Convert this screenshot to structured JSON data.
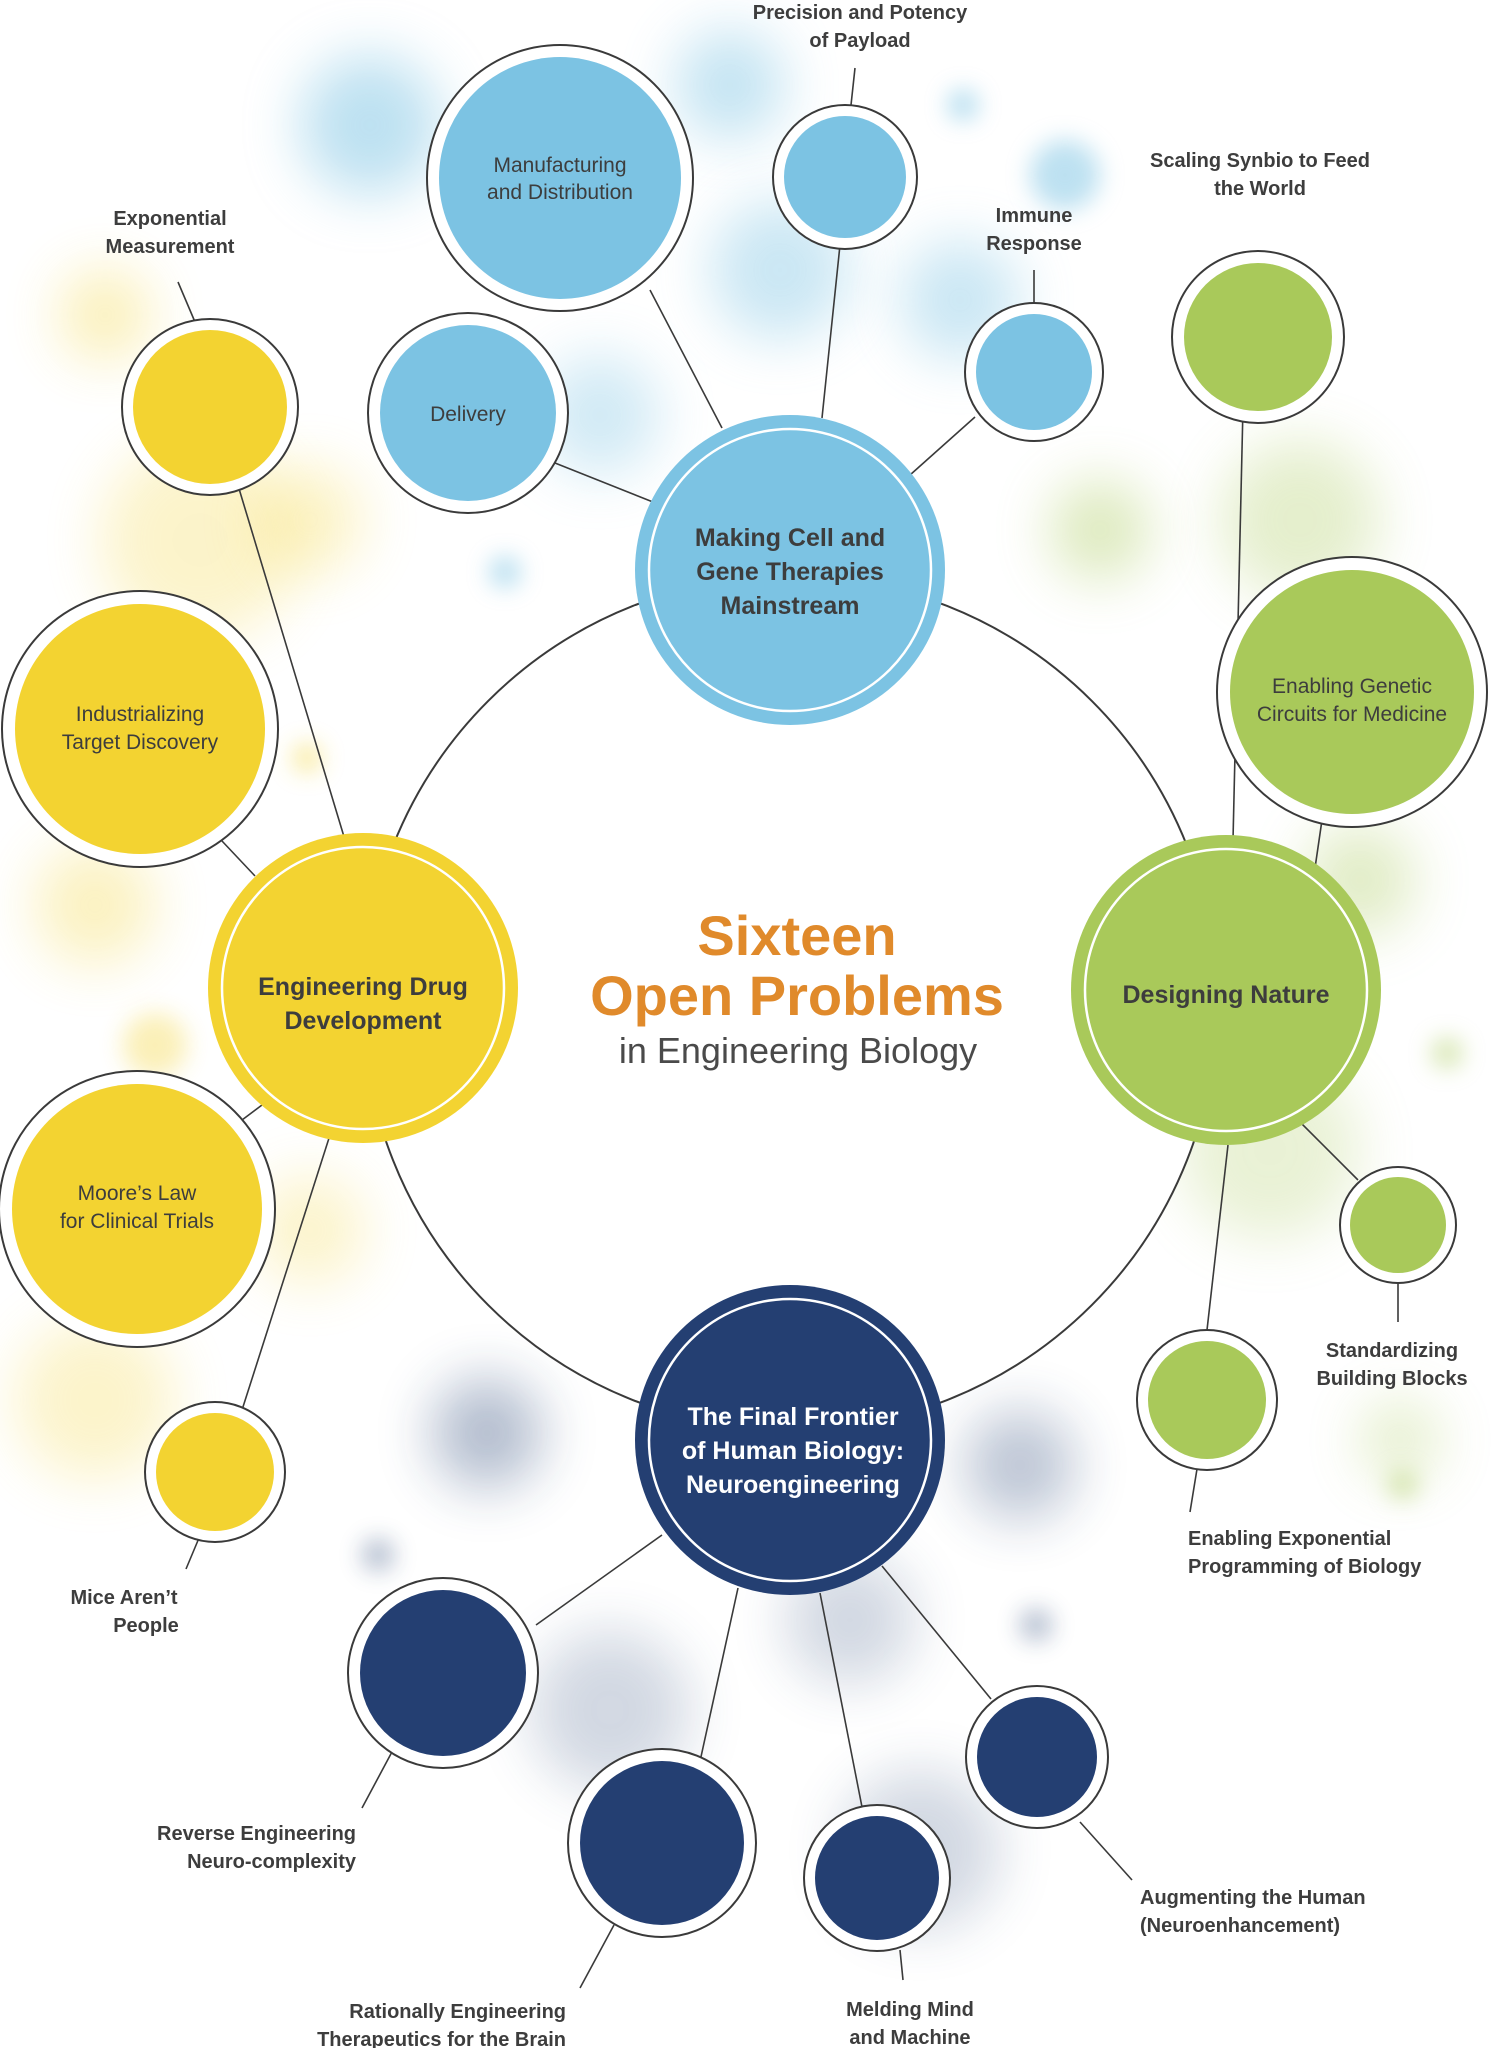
{
  "colors": {
    "blue": "#7cc3e3",
    "green": "#a9c95a",
    "yellow": "#f3d331",
    "navy": "#243f72",
    "orange": "#e08a2b",
    "gray_text": "#4a4a4a",
    "dark_text": "#3d3d3d",
    "line": "#3a3a3a"
  },
  "title": {
    "line1": "Sixteen",
    "line2": "Open Problems",
    "line3": "in Engineering Biology"
  },
  "hubs": {
    "cell_gene": {
      "lines": [
        "Making Cell and",
        "Gene Therapies",
        "Mainstream"
      ]
    },
    "drug": {
      "lines": [
        "Engineering Drug",
        "Development"
      ]
    },
    "nature": {
      "lines": [
        "Designing Nature"
      ]
    },
    "neuro": {
      "lines": [
        "The Final Frontier",
        "of Human Biology:",
        "Neuroengineering"
      ]
    }
  },
  "leaves": {
    "manufacturing": {
      "lines": [
        "Manufacturing",
        "and Distribution"
      ]
    },
    "delivery": {
      "lines": [
        "Delivery"
      ]
    },
    "precision": {
      "label": [
        "Precision and Potency",
        "of Payload"
      ]
    },
    "immune": {
      "label": [
        "Immune",
        "Response"
      ]
    },
    "scaling": {
      "label": [
        "Scaling Synbio to Feed",
        "the World"
      ]
    },
    "genetic_circuits": {
      "lines": [
        "Enabling Genetic",
        "Circuits for Medicine"
      ]
    },
    "standardizing": {
      "label": [
        "Standardizing",
        "Building Blocks"
      ]
    },
    "exponential_programming": {
      "label": [
        "Enabling Exponential",
        "Programming of Biology"
      ]
    },
    "exponential_measurement": {
      "label": [
        "Exponential",
        "Measurement"
      ]
    },
    "target_discovery": {
      "lines": [
        "Industrializing",
        "Target Discovery"
      ]
    },
    "moores_law": {
      "lines": [
        "Moore’s Law",
        "for Clinical Trials"
      ]
    },
    "mice": {
      "label": [
        "Mice Aren’t",
        "People"
      ]
    },
    "reverse_engineering": {
      "label": [
        "Reverse Engineering",
        "Neuro-complexity"
      ]
    },
    "rationally_engineering": {
      "label": [
        "Rationally Engineering",
        "Therapeutics for the Brain"
      ]
    },
    "melding": {
      "label": [
        "Melding Mind",
        "and Machine"
      ]
    },
    "augmenting": {
      "label": [
        "Augmenting the Human",
        "(Neuroenhancement)"
      ]
    }
  }
}
